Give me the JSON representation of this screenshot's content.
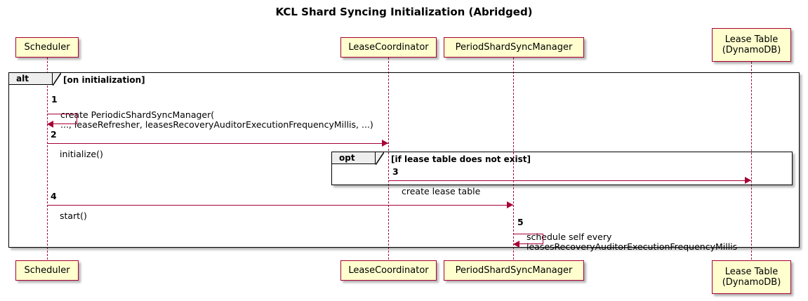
{
  "diagram": {
    "title": "KCL Shard Syncing Initialization (Abridged)",
    "type": "sequence-diagram",
    "colors": {
      "participant_fill": "#FEFECE",
      "participant_border": "#A80036",
      "arrow": "#A80036",
      "frame_border": "#000000",
      "frame_tab_fill": "#EEEEEE",
      "background": "#FFFFFF"
    }
  },
  "participants": [
    {
      "id": "scheduler",
      "label": "Scheduler"
    },
    {
      "id": "leasecoord",
      "label": "LeaseCoordinator"
    },
    {
      "id": "psm",
      "label": "PeriodShardSyncManager"
    },
    {
      "id": "leasetable",
      "label": "Lease Table\n(DynamoDB)"
    }
  ],
  "frames": [
    {
      "id": "alt-frame",
      "operator": "alt",
      "guard": "[on initialization]"
    },
    {
      "id": "opt-frame",
      "operator": "opt",
      "guard": "[if lease table does not exist]"
    }
  ],
  "messages": [
    {
      "number": "1",
      "text": "create PeriodicShardSyncManager(\n    ..., leaseRefresher, leasesRecoveryAuditorExecutionFrequencyMillis, ...)",
      "from": "scheduler",
      "to": "scheduler",
      "kind": "self"
    },
    {
      "number": "2",
      "text": "initialize()",
      "from": "scheduler",
      "to": "leasecoord",
      "kind": "sync"
    },
    {
      "number": "3",
      "text": "create lease table",
      "from": "leasecoord",
      "to": "leasetable",
      "kind": "sync"
    },
    {
      "number": "4",
      "text": "start()",
      "from": "scheduler",
      "to": "psm",
      "kind": "sync"
    },
    {
      "number": "5",
      "text": "schedule self every\n    leasesRecoveryAuditorExecutionFrequencyMillis",
      "from": "psm",
      "to": "psm",
      "kind": "self"
    }
  ]
}
